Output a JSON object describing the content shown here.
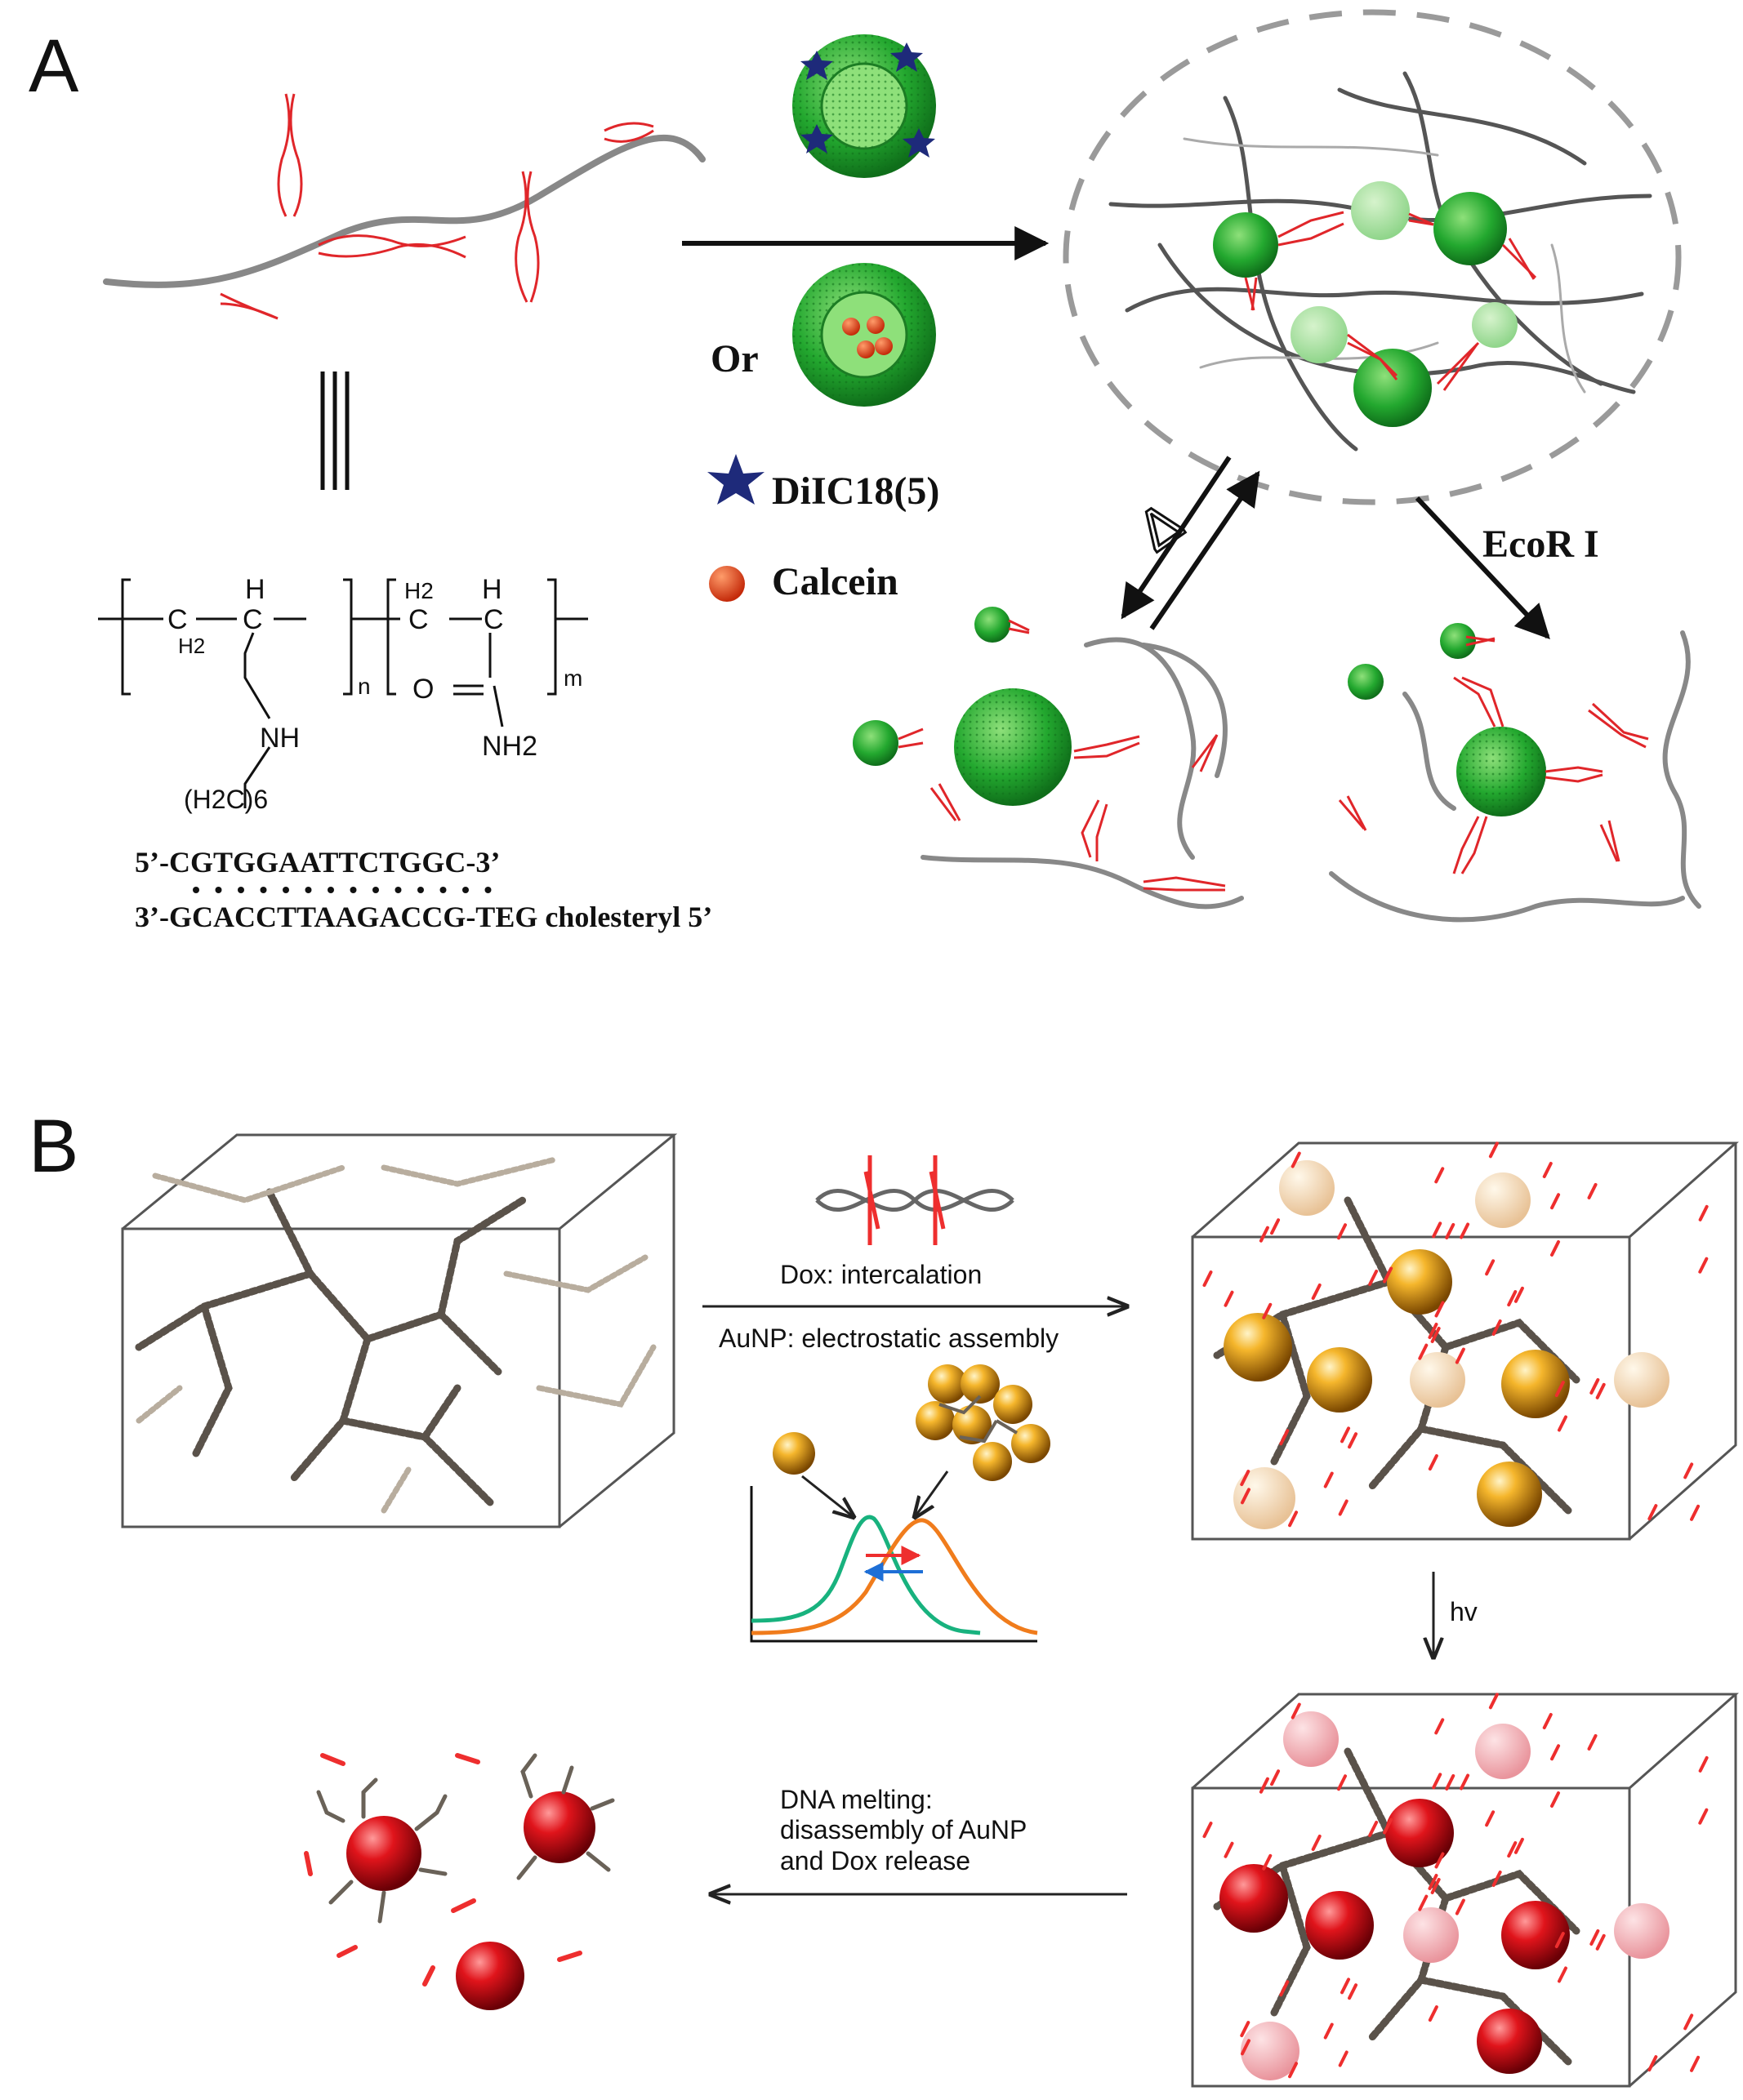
{
  "panel_a": {
    "label": "A",
    "or_text": "Or",
    "legend_dye": "DiIC18(5)",
    "legend_calcein": "Calcein",
    "heat_symbol": "Δ",
    "enzyme": "EcoR I",
    "formula_h_left": "H",
    "formula_c_left": "C",
    "formula_h2_left": "H2",
    "formula_c_mid": "C",
    "formula_h2_right": "H2",
    "formula_h_right": "H",
    "formula_c_right_a": "C",
    "formula_c_right_b": "C",
    "sub_n": "n",
    "sub_m": "m",
    "nh": "NH",
    "o": "O",
    "nh2": "NH2",
    "linker": "(H2C)6",
    "seq_top": "5’-CGTGGAATTCTGGC-3’",
    "seq_bottom": "3’-GCACCTTAAGACCG-TEG cholesteryl 5’",
    "colors": {
      "dna": "#e0262a",
      "microgel": "#23a82f",
      "dye_star": "#1e2a7a",
      "calcein": "#e0381a"
    }
  },
  "panel_b": {
    "label": "B",
    "step1_top": "Dox: intercalation",
    "step1_bottom": "AuNP: electrostatic assembly",
    "step2": "hv",
    "step3_line1": "DNA melting:",
    "step3_line2": "disassembly of AuNP",
    "step3_line3": "and Dox release",
    "colors": {
      "gold_np": "#e69a12",
      "red_np": "#d5141b",
      "curve_green": "#18b27e",
      "curve_orange": "#f07c1c",
      "arrow_red": "#ee2e2e",
      "arrow_blue": "#1e6fd6"
    }
  }
}
